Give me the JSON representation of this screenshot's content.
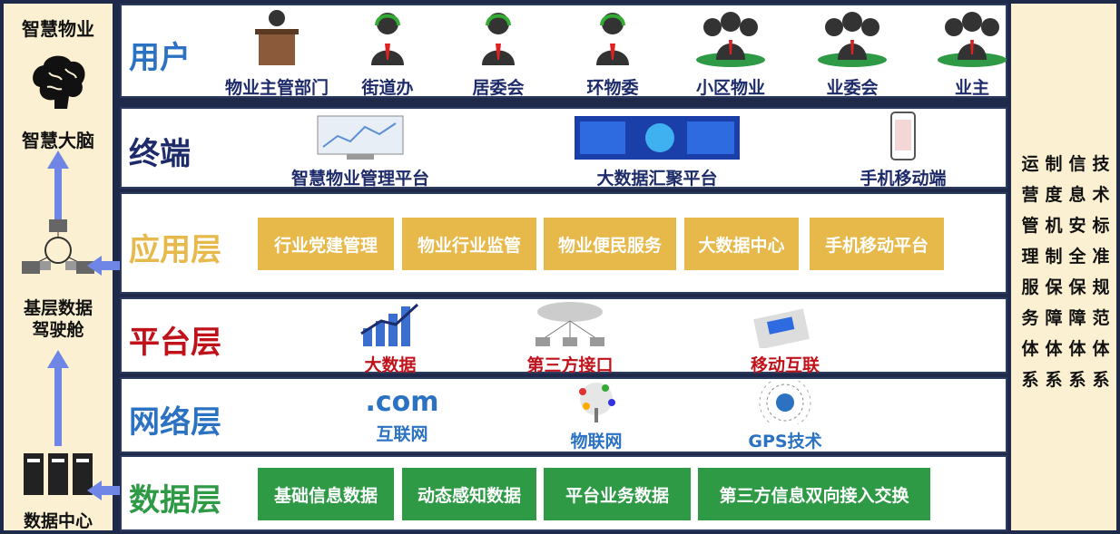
{
  "left": {
    "top_label": "智慧物业",
    "brain_label": "智慧大脑",
    "cockpit_label_1": "基层数据",
    "cockpit_label_2": "驾驶舱",
    "datacenter_label": "数据中心"
  },
  "users": {
    "title": "用户",
    "items": [
      "物业主管部门",
      "街道办",
      "居委会",
      "环物委",
      "小区物业",
      "业委会",
      "业主"
    ]
  },
  "terminal": {
    "title": "终端",
    "items": [
      "智慧物业管理平台",
      "大数据汇聚平台",
      "手机移动端"
    ]
  },
  "app": {
    "title": "应用层",
    "items": [
      "行业党建管理",
      "物业行业监管",
      "物业便民服务",
      "大数据中心",
      "手机移动平台"
    ]
  },
  "platform": {
    "title": "平台层",
    "items": [
      "大数据",
      "第三方接口",
      "移动互联"
    ]
  },
  "network": {
    "title": "网络层",
    "items": [
      "互联网",
      "物联网",
      "GPS技术"
    ],
    "com_text": ".com"
  },
  "data": {
    "title": "数据层",
    "items": [
      "基础信息数据",
      "动态感知数据",
      "平台业务数据",
      "第三方信息双向接入交换"
    ]
  },
  "right": {
    "columns": [
      "运营管理服务体系",
      "制度机制保障体系",
      "信息安全保障体系",
      "技术标准规范体系"
    ]
  },
  "colors": {
    "navy": "#1d2b6b",
    "blue_title": "#2b72c2",
    "gold": "#e7b84a",
    "red": "#c0121a",
    "green": "#2e9a46",
    "arrow": "#6f86e6"
  }
}
